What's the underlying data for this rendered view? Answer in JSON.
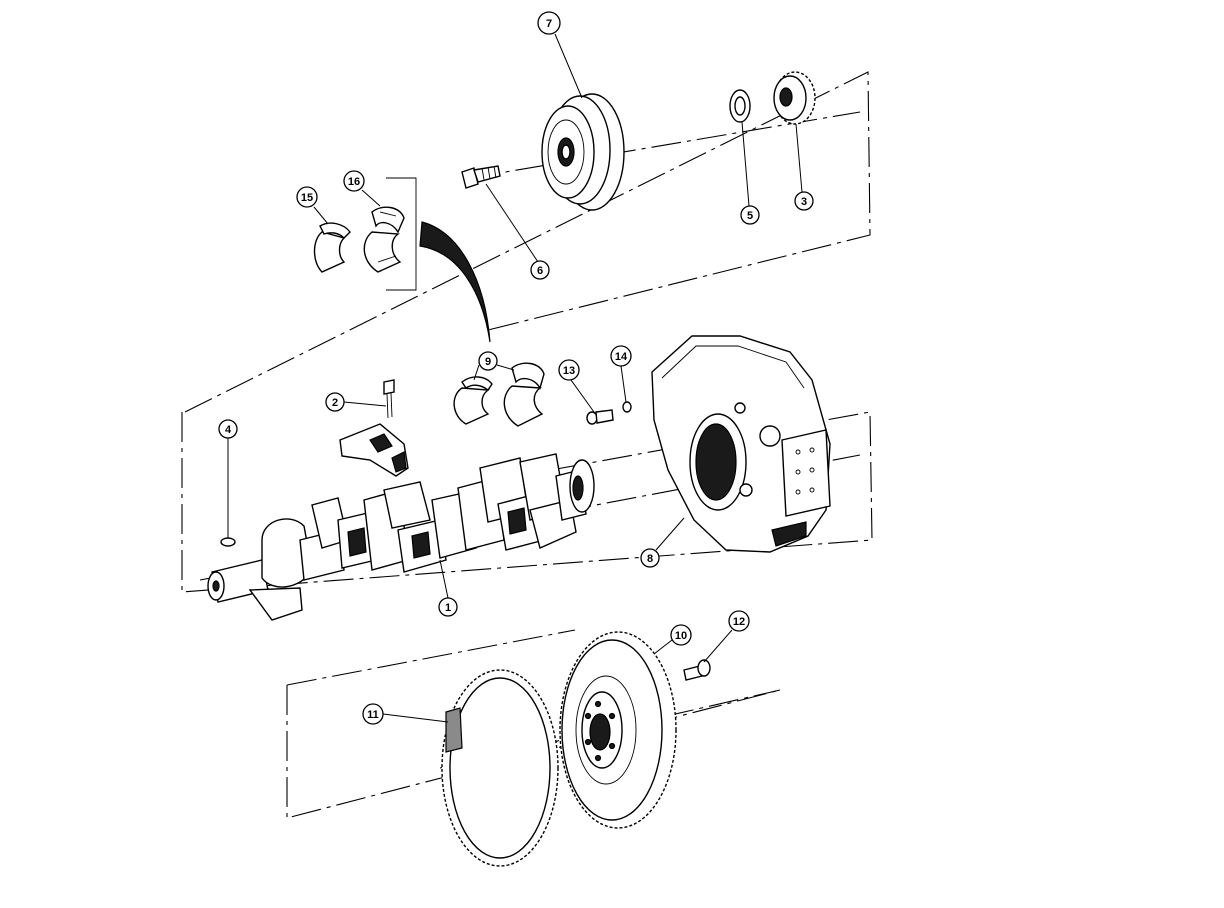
{
  "callouts": [
    {
      "label": "1"
    },
    {
      "label": "2"
    },
    {
      "label": "3"
    },
    {
      "label": "4"
    },
    {
      "label": "5"
    },
    {
      "label": "6"
    },
    {
      "label": "7"
    },
    {
      "label": "8"
    },
    {
      "label": "9"
    },
    {
      "label": "10"
    },
    {
      "label": "11"
    },
    {
      "label": "12"
    },
    {
      "label": "13"
    },
    {
      "label": "14"
    },
    {
      "label": "15"
    },
    {
      "label": "16"
    }
  ],
  "colors": {
    "ink": "#000000",
    "paper": "#ffffff",
    "shade": "#1a1a1a"
  }
}
